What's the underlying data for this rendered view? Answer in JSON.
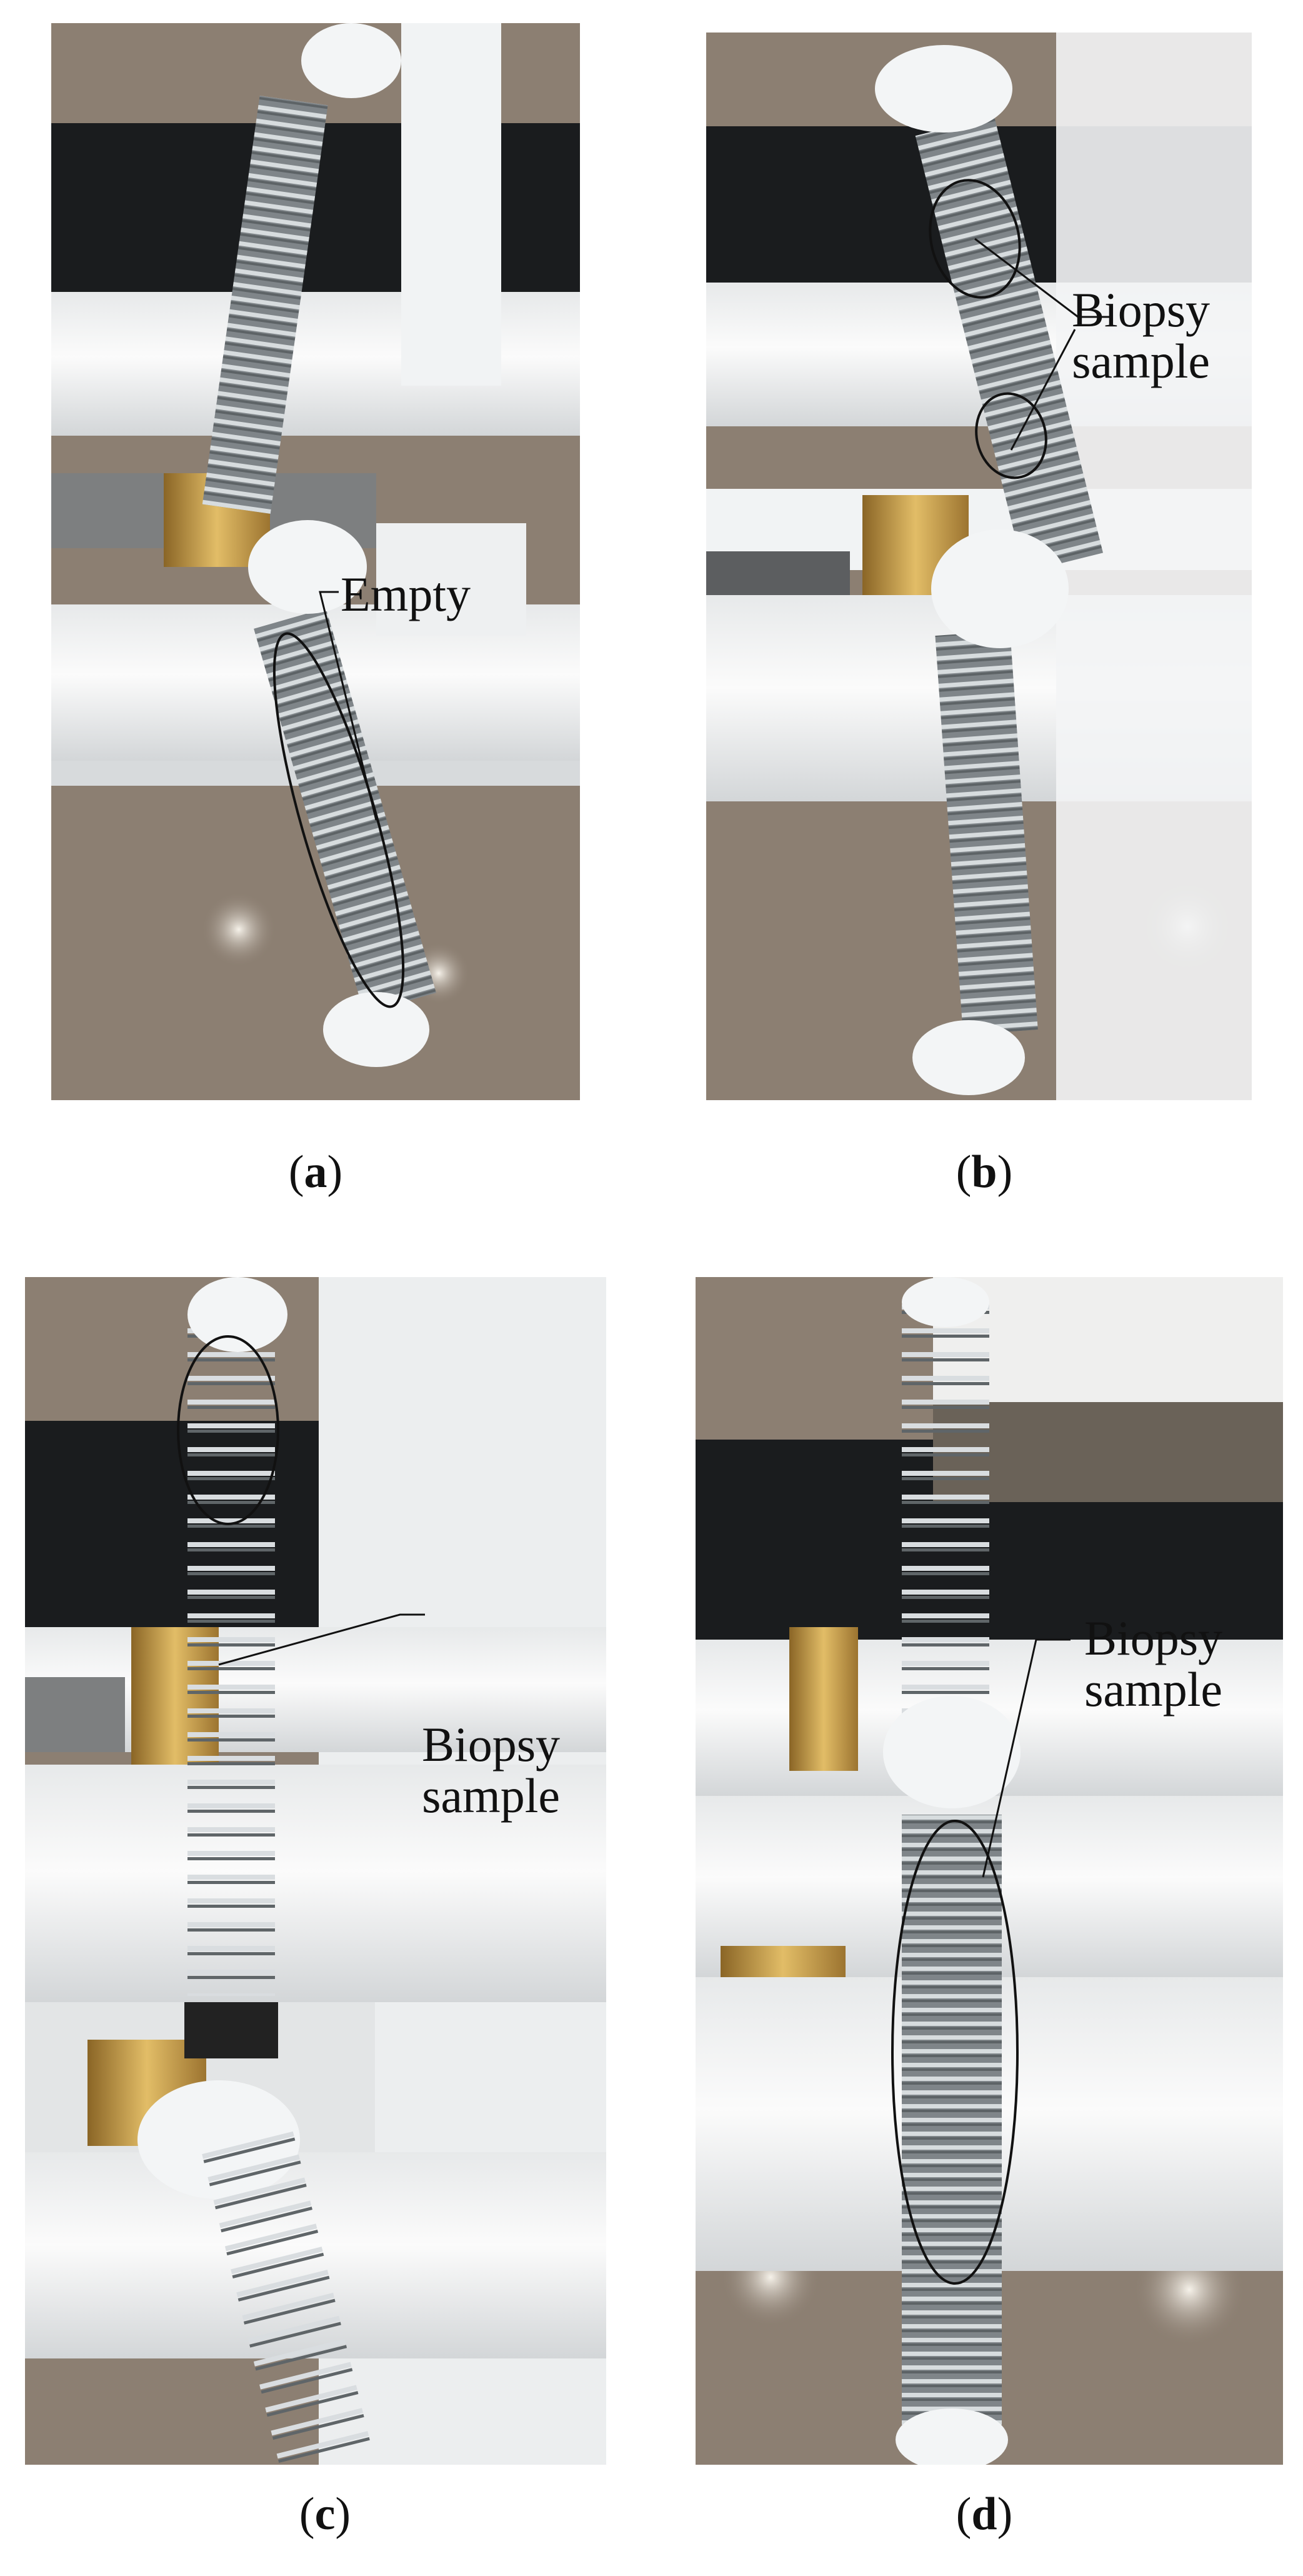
{
  "figure": {
    "panels": [
      {
        "id": "a",
        "caption_label": "a",
        "annotation": "Empty"
      },
      {
        "id": "b",
        "caption_label": "b",
        "annotation": "Biopsy\nsample"
      },
      {
        "id": "c",
        "caption_label": "c",
        "annotation": "Biopsy\nsample"
      },
      {
        "id": "d",
        "caption_label": "d",
        "annotation": "Biopsy\nsample"
      }
    ]
  },
  "colors": {
    "background_brown": "#8c7f72",
    "dark_band": "#1a1c1e",
    "plastic_white": "#f1f3f4",
    "spring_steel": "#9aa0a3",
    "brass": "#c9a24a",
    "annotation_ink": "#111111"
  }
}
